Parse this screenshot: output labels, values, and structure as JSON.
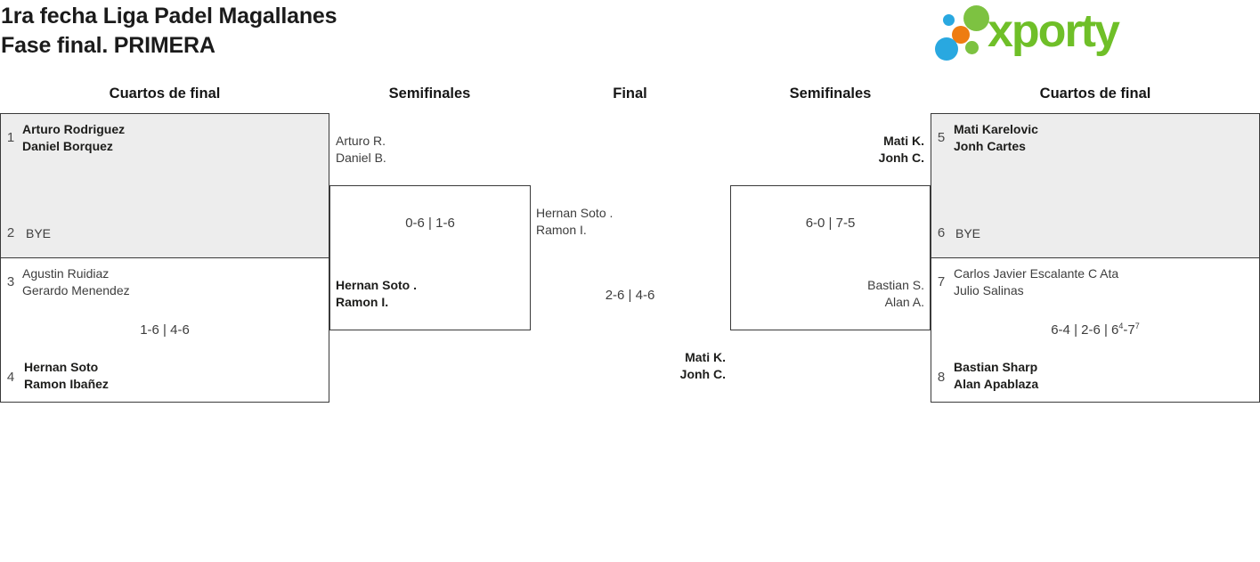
{
  "header": {
    "title_line1": "1ra fecha Liga Padel Magallanes",
    "title_line2": "Fase final. PRIMERA",
    "logo_text": "xporty"
  },
  "columns": {
    "qf_left": "Cuartos de final",
    "sf_left": "Semifinales",
    "final": "Final",
    "sf_right": "Semifinales",
    "qf_right": "Cuartos de final"
  },
  "colors": {
    "box_fill_grey": "#ededed",
    "box_border": "#3a3a3a",
    "winner_text": "#1d1d1b",
    "regular_text": "#3d3d3d",
    "logo_green_dots": "#7dc241",
    "logo_green_wordmark": "#6fbf28",
    "logo_blue": "#29a8e0",
    "logo_orange": "#ee7c11"
  },
  "matches": {
    "qf1": {
      "seed_a": "1",
      "team_a_1": "Arturo Rodriguez",
      "team_a_2": "Daniel Borquez",
      "seed_b": "2",
      "team_b_1": "BYE"
    },
    "qf2": {
      "seed_a": "3",
      "team_a_1": "Agustin Ruidiaz",
      "team_a_2": "Gerardo Menendez",
      "score": "1-6 | 4-6",
      "seed_b": "4",
      "team_b_1": "Hernan Soto",
      "team_b_2": "Ramon Ibañez"
    },
    "sf1": {
      "team_a_1": "Arturo R.",
      "team_a_2": "Daniel B.",
      "score": "0-6 | 1-6",
      "team_b_1": "Hernan Soto .",
      "team_b_2": "Ramon I."
    },
    "final": {
      "team_a_1": "Hernan Soto .",
      "team_a_2": "Ramon I.",
      "score": "2-6 | 4-6",
      "winner_1": "Mati K.",
      "winner_2": "Jonh C."
    },
    "sf2": {
      "team_a_1": "Mati K.",
      "team_a_2": "Jonh C.",
      "score": "6-0 | 7-5",
      "team_b_1": "Bastian S.",
      "team_b_2": "Alan A."
    },
    "qf3": {
      "seed_a": "5",
      "team_a_1": "Mati Karelovic",
      "team_a_2": "Jonh Cartes",
      "seed_b": "6",
      "team_b_1": "BYE"
    },
    "qf4": {
      "seed_a": "7",
      "team_a_1": "Carlos Javier Escalante C Ata",
      "team_a_2": "Julio Salinas",
      "score_main": "6-4 | 2-6 | 6",
      "score_sup1": "4",
      "score_mid": "-7",
      "score_sup2": "7",
      "seed_b": "8",
      "team_b_1": "Bastian Sharp",
      "team_b_2": "Alan Apablaza"
    }
  }
}
